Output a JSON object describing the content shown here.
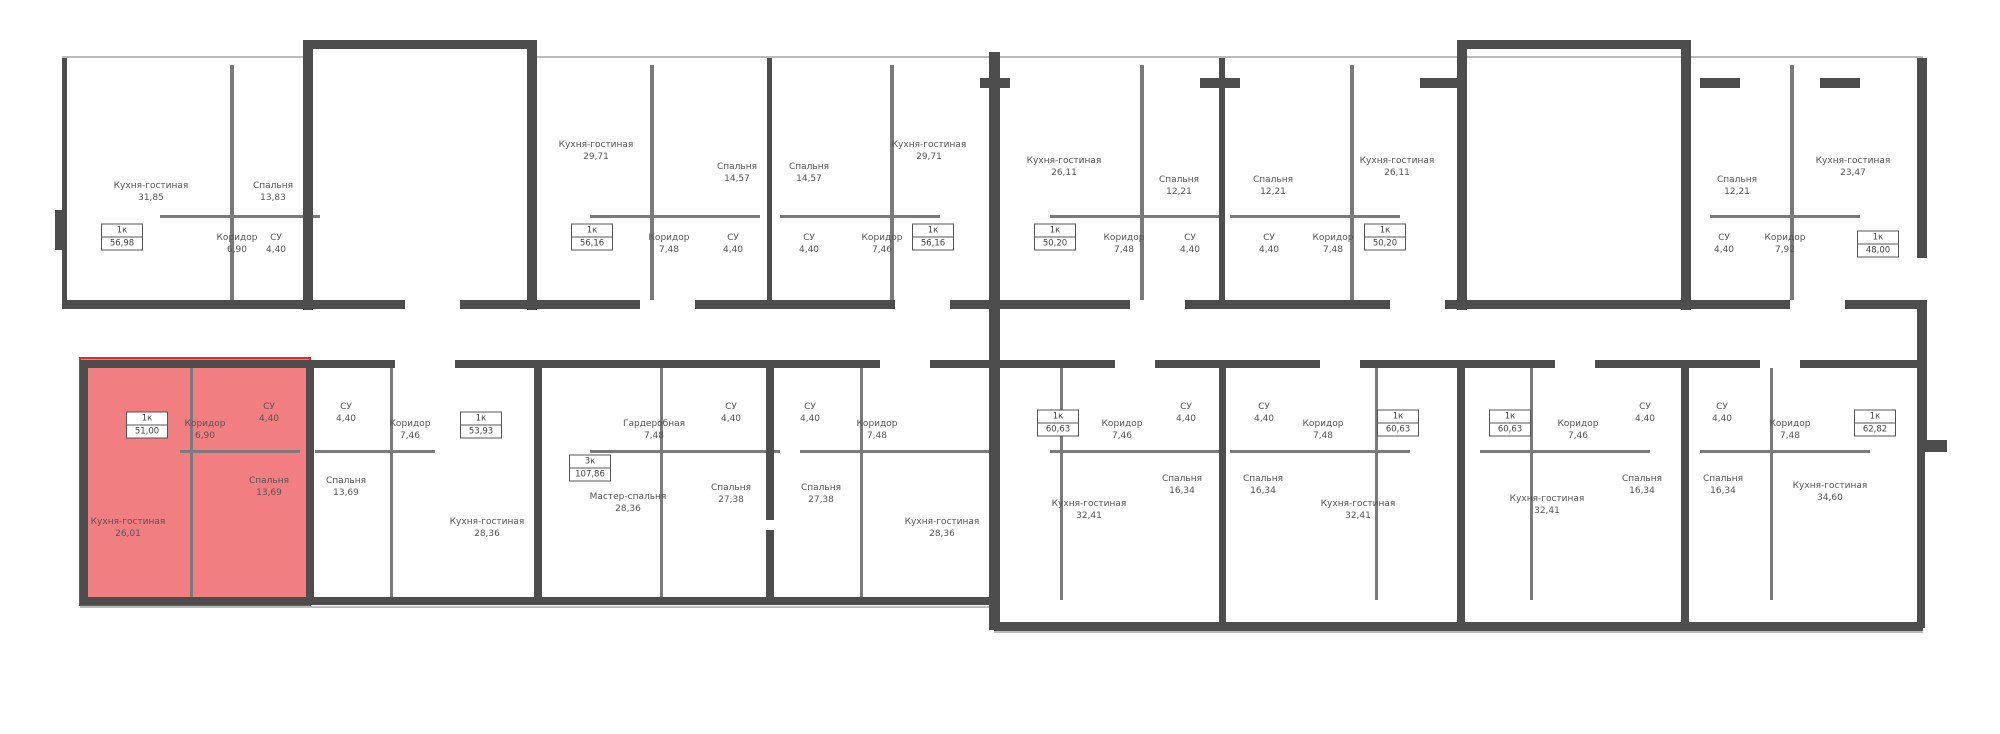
{
  "colors": {
    "wall": "#4d4d4d",
    "partition": "#7a7a7a",
    "highlight": "#e8282b",
    "text": "#555555"
  },
  "plan": {
    "top": [
      {
        "type": "1к",
        "area": "56,98",
        "rooms": [
          {
            "name": "Кухня-гостиная",
            "area": "31,85"
          },
          {
            "name": "Спальня",
            "area": "13,83"
          },
          {
            "name": "Коридор",
            "area": "6,90"
          },
          {
            "name": "СУ",
            "area": "4,40"
          }
        ]
      },
      {
        "type": "1к",
        "area": "56,16",
        "rooms": [
          {
            "name": "Кухня-гостиная",
            "area": "29,71"
          },
          {
            "name": "Спальня",
            "area": "14,57"
          },
          {
            "name": "Коридор",
            "area": "7,48"
          },
          {
            "name": "СУ",
            "area": "4,40"
          }
        ]
      },
      {
        "type": "1к",
        "area": "56,16",
        "rooms": [
          {
            "name": "Спальня",
            "area": "14,57"
          },
          {
            "name": "СУ",
            "area": "4,40"
          },
          {
            "name": "Коридор",
            "area": "7,46"
          },
          {
            "name": "Кухня-гостиная",
            "area": "29,71"
          }
        ]
      },
      {
        "type": "1к",
        "area": "50,20",
        "rooms": [
          {
            "name": "Кухня-гостиная",
            "area": "26,11"
          },
          {
            "name": "Спальня",
            "area": "12,21"
          },
          {
            "name": "Коридор",
            "area": "7,48"
          },
          {
            "name": "СУ",
            "area": "4,40"
          }
        ]
      },
      {
        "type": "1к",
        "area": "50,20",
        "rooms": [
          {
            "name": "Спальня",
            "area": "12,21"
          },
          {
            "name": "СУ",
            "area": "4,40"
          },
          {
            "name": "Коридор",
            "area": "7,48"
          },
          {
            "name": "Кухня-гостиная",
            "area": "26,11"
          }
        ]
      },
      {
        "type": "1к",
        "area": "48,00",
        "rooms": [
          {
            "name": "Спальня",
            "area": "12,21"
          },
          {
            "name": "СУ",
            "area": "4,40"
          },
          {
            "name": "Коридор",
            "area": "7,92"
          },
          {
            "name": "Кухня-гостиная",
            "area": "23,47"
          }
        ]
      }
    ],
    "bottom": [
      {
        "type": "1к",
        "area": "51,00",
        "selected": true,
        "rooms": [
          {
            "name": "Коридор",
            "area": "6,90"
          },
          {
            "name": "СУ",
            "area": "4,40"
          },
          {
            "name": "Спальня",
            "area": "13,69"
          },
          {
            "name": "Кухня-гостиная",
            "area": "26,01"
          }
        ]
      },
      {
        "type": "1к",
        "area": "53,93",
        "rooms": [
          {
            "name": "СУ",
            "area": "4,40"
          },
          {
            "name": "Коридор",
            "area": "7,46"
          },
          {
            "name": "Спальня",
            "area": "13,69"
          },
          {
            "name": "Кухня-гостиная",
            "area": "28,36"
          }
        ]
      },
      {
        "type": "3к",
        "area": "107,86",
        "rooms": [
          {
            "name": "Мастер-спальня",
            "area": "28,36"
          },
          {
            "name": "Гардеробная",
            "area": "7,48"
          },
          {
            "name": "СУ",
            "area": "4,40"
          },
          {
            "name": "Спальня",
            "area": "27,38"
          },
          {
            "name": "СУ",
            "area": "4,40"
          },
          {
            "name": "Спальня",
            "area": "27,38"
          },
          {
            "name": "Коридор",
            "area": "7,48"
          },
          {
            "name": "Кухня-гостиная",
            "area": "28,36"
          }
        ]
      },
      {
        "type": "1к",
        "area": "60,63",
        "rooms": [
          {
            "name": "Коридор",
            "area": "7,46"
          },
          {
            "name": "СУ",
            "area": "4,40"
          },
          {
            "name": "Спальня",
            "area": "16,34"
          },
          {
            "name": "Кухня-гостиная",
            "area": "32,41"
          }
        ]
      },
      {
        "type": "1к",
        "area": "60,63",
        "rooms": [
          {
            "name": "СУ",
            "area": "4,40"
          },
          {
            "name": "Коридор",
            "area": "7,48"
          },
          {
            "name": "Спальня",
            "area": "16,34"
          },
          {
            "name": "Кухня-гостиная",
            "area": "32,41"
          }
        ]
      },
      {
        "type": "1к",
        "area": "60,63",
        "rooms": [
          {
            "name": "Коридор",
            "area": "7,46"
          },
          {
            "name": "СУ",
            "area": "4,40"
          },
          {
            "name": "Спальня",
            "area": "16,34"
          },
          {
            "name": "Кухня-гостиная",
            "area": "32,41"
          }
        ]
      },
      {
        "type": "1к",
        "area": "62,82",
        "rooms": [
          {
            "name": "СУ",
            "area": "4,40"
          },
          {
            "name": "Спальня",
            "area": "16,34"
          },
          {
            "name": "Коридор",
            "area": "7,48"
          },
          {
            "name": "Кухня-гостиная",
            "area": "34,60"
          }
        ]
      }
    ]
  }
}
